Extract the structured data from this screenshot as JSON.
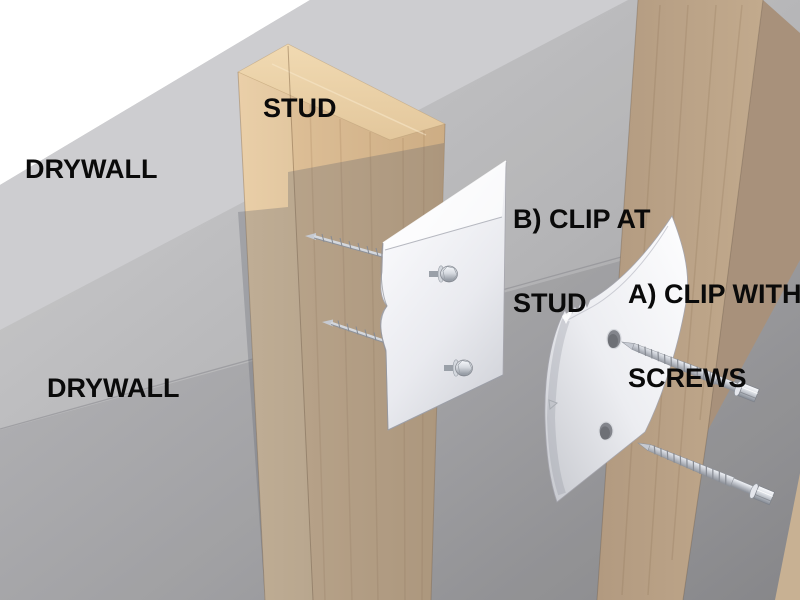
{
  "illustration": {
    "type": "3d-technical-illustration",
    "subject": "Drywall clip installation at wall stud (exploded view)",
    "labels": {
      "drywall_upper": "DRYWALL",
      "stud": "STUD",
      "clip_b_line1": "B) CLIP AT",
      "clip_b_line2": "STUD",
      "clip_a_line1": "A) CLIP WITH",
      "clip_a_line2": "SCREWS",
      "drywall_lower": "DRYWALL"
    },
    "colors": {
      "background": "#FFFFFF",
      "drywall_bevel": "#CDCDD0",
      "drywall_face_light": "#C9C9CB",
      "drywall_face_dark": "#8D8D8F",
      "wood_top": "#EFD7AE",
      "wood_left_face": "#E8CDA6",
      "wood_front_face": "#DCBD93",
      "wood_muted": "#B49C82",
      "wood_right_face": "#A8917B",
      "wood_corner_sliver": "#C8B193",
      "clip_plate": "#F4F4F7",
      "screw_chrome": "#C6CAD2",
      "label_text": "#0A0A0A"
    }
  }
}
